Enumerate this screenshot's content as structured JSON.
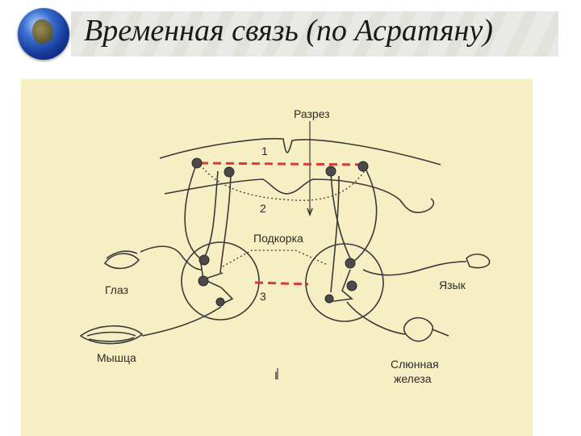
{
  "slide": {
    "title": "Временная связь (по Асратяну)"
  },
  "diagram": {
    "labels": {
      "section": "Разрез",
      "subcortex": "Подкорка",
      "eye": "Глаз",
      "tongue": "Язык",
      "muscle": "Мышца",
      "gland_line1": "Слюнная",
      "gland_line2": "железа",
      "figure_mark": "I"
    },
    "pathway_numbers": [
      "1",
      "2",
      "3"
    ],
    "colors": {
      "connection_line": "#d63a3a",
      "ink": "#3a3a3a",
      "figure_background": "#f6efc4"
    }
  }
}
